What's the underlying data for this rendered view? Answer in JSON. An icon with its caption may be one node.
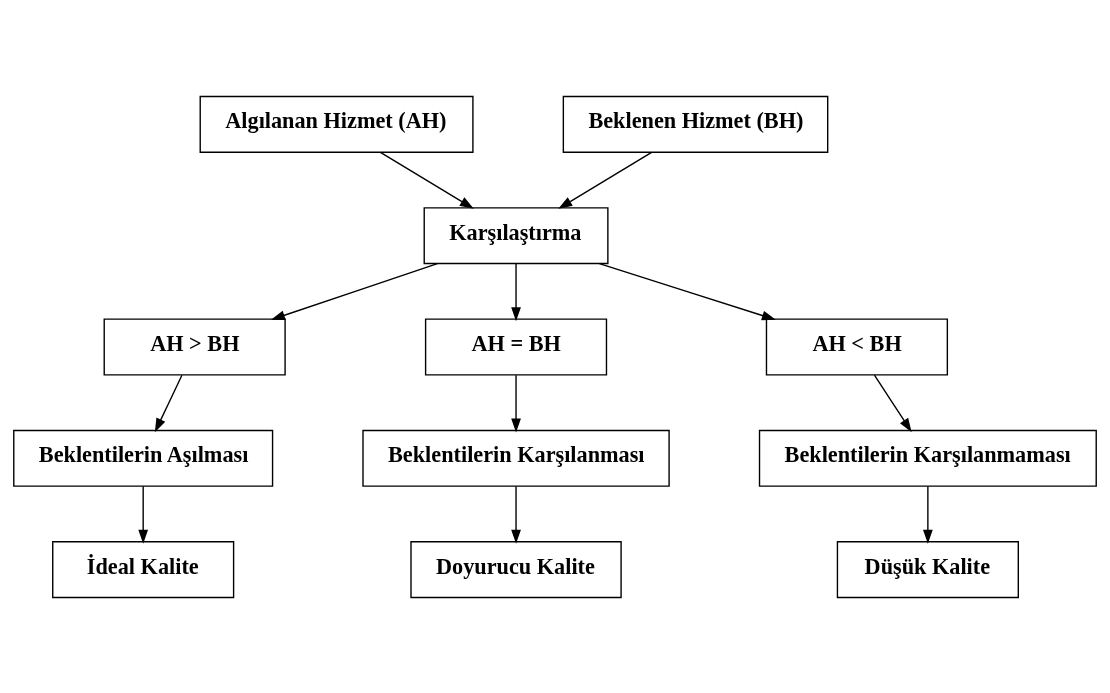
{
  "diagram": {
    "nodes": [
      {
        "text": [
          "Algılanan Hizmet (AH)"
        ]
      },
      {
        "text": [
          "Beklenen Hizmet (BH)"
        ]
      },
      {
        "text": [
          "Karşılaştırma"
        ]
      },
      {
        "text": [
          "AH > BH"
        ]
      },
      {
        "text": [
          "AH = BH"
        ]
      },
      {
        "text": [
          "AH < BH"
        ]
      },
      {
        "text": [
          "Beklentilerin Aşılması"
        ]
      },
      {
        "text": [
          "Beklentilerin Karşılanması"
        ]
      },
      {
        "text": [
          "Beklentilerin Karşılanmaması"
        ]
      },
      {
        "text": [
          "İdeal Kalite"
        ]
      },
      {
        "text": [
          "Doyurucu Kalite"
        ]
      },
      {
        "text": [
          "Düşük Kalite"
        ]
      }
    ],
    "edges": [
      {
        "from": 0,
        "to": 2,
        "arrow": "to"
      },
      {
        "from": 1,
        "to": 2,
        "arrow": "to"
      },
      {
        "from": 2,
        "to": 3,
        "arrow": "to"
      },
      {
        "from": 2,
        "to": 4,
        "arrow": "to"
      },
      {
        "from": 2,
        "to": 5,
        "arrow": "to"
      },
      {
        "from": 3,
        "to": 6,
        "arrow": "to"
      },
      {
        "from": 4,
        "to": 7,
        "arrow": "to"
      },
      {
        "from": 5,
        "to": 8,
        "arrow": "to"
      },
      {
        "from": 6,
        "to": 9,
        "arrow": "to"
      },
      {
        "from": 7,
        "to": 10,
        "arrow": "to"
      },
      {
        "from": 8,
        "to": 11,
        "arrow": "to"
      }
    ]
  }
}
